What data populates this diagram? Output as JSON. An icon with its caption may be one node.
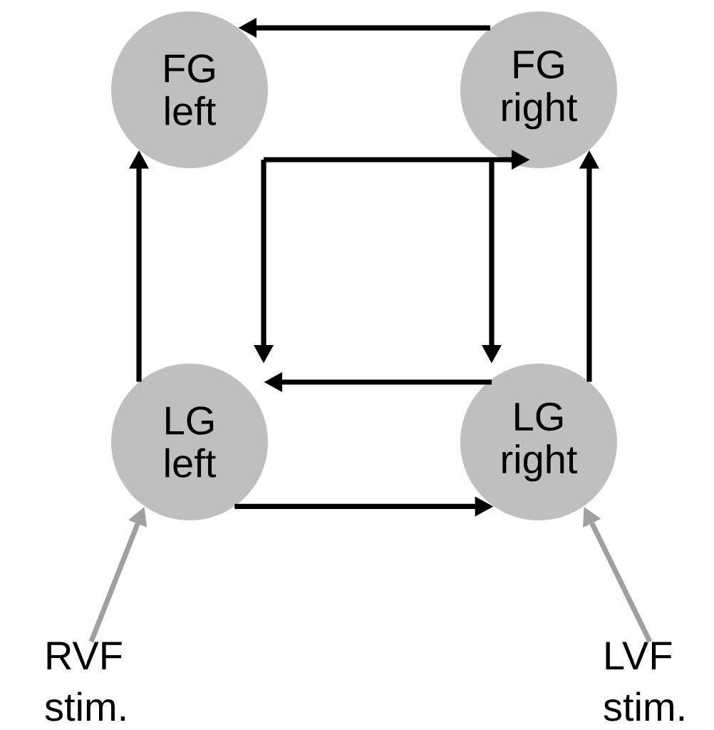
{
  "diagram": {
    "nodes": [
      {
        "text": [
          "FG left"
        ]
      },
      {
        "text": [
          "FG right"
        ]
      },
      {
        "text": [
          "LG left"
        ]
      },
      {
        "text": [
          "LG right"
        ]
      },
      {
        "text": [
          "RVF stim."
        ]
      },
      {
        "text": [
          "LVF stim."
        ]
      }
    ],
    "edges": [
      {
        "from": 1,
        "to": 0,
        "arrow": "to"
      },
      {
        "from": 0,
        "to": 1,
        "arrow": "to"
      },
      {
        "from": 0,
        "to": 2,
        "arrow": "to"
      },
      {
        "from": 1,
        "to": 3,
        "arrow": "to"
      },
      {
        "from": 3,
        "to": 2,
        "arrow": "to"
      },
      {
        "from": 2,
        "to": 0,
        "arrow": "to"
      },
      {
        "from": 3,
        "to": 1,
        "arrow": "to"
      },
      {
        "from": 2,
        "to": 3,
        "arrow": "to"
      },
      {
        "from": 4,
        "to": 2,
        "arrow": "to",
        "color": "#a0a0a0"
      },
      {
        "from": 5,
        "to": 3,
        "arrow": "to",
        "color": "#a0a0a0"
      }
    ]
  }
}
